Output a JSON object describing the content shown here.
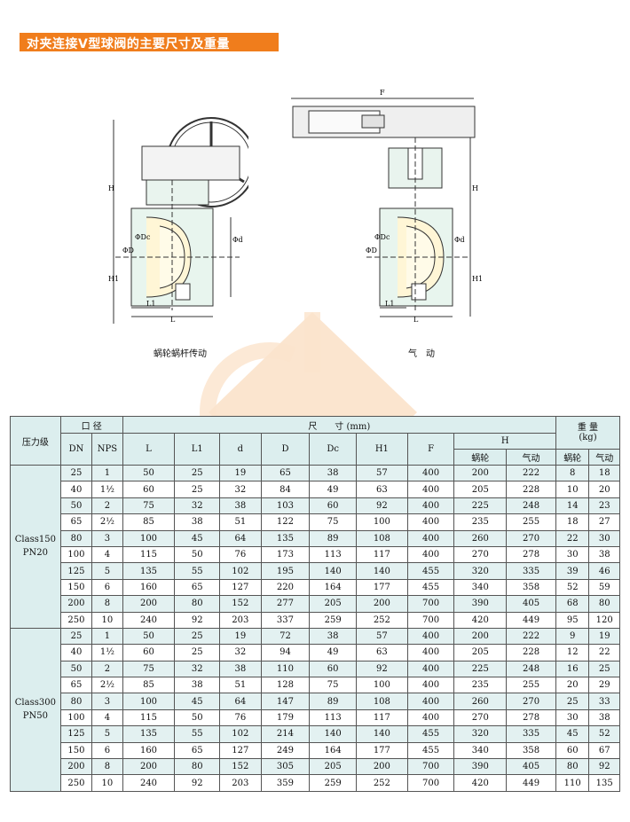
{
  "title": "对夹连接V型球阀的主要尺寸及重量",
  "drawings": {
    "left_caption": "蜗轮蜗杆传动",
    "right_caption": "气　动",
    "labels": {
      "H": "H",
      "H1": "H1",
      "D": "ΦD",
      "Dc": "ΦDc",
      "d": "Φd",
      "L": "L",
      "L1": "L1",
      "F": "F"
    }
  },
  "table": {
    "headers": {
      "pressure": "压力级",
      "bore": "口 径",
      "dims": "尺　　寸 (mm)",
      "weight": "重 量\n(kg)",
      "DN": "DN",
      "NPS": "NPS",
      "L": "L",
      "L1": "L1",
      "d": "d",
      "D": "D",
      "Dc": "Dc",
      "H1": "H1",
      "F": "F",
      "H": "H",
      "worm": "蜗轮",
      "pneu": "气动"
    },
    "groups": [
      {
        "label": "Class150\nPN20",
        "rows": [
          [
            "25",
            "1",
            "50",
            "25",
            "19",
            "65",
            "38",
            "57",
            "400",
            "200",
            "222",
            "8",
            "18"
          ],
          [
            "40",
            "1½",
            "60",
            "25",
            "32",
            "84",
            "49",
            "63",
            "400",
            "205",
            "228",
            "10",
            "20"
          ],
          [
            "50",
            "2",
            "75",
            "32",
            "38",
            "103",
            "60",
            "92",
            "400",
            "225",
            "248",
            "14",
            "23"
          ],
          [
            "65",
            "2½",
            "85",
            "38",
            "51",
            "122",
            "75",
            "100",
            "400",
            "235",
            "255",
            "18",
            "27"
          ],
          [
            "80",
            "3",
            "100",
            "45",
            "64",
            "135",
            "89",
            "108",
            "400",
            "260",
            "270",
            "22",
            "30"
          ],
          [
            "100",
            "4",
            "115",
            "50",
            "76",
            "173",
            "113",
            "117",
            "400",
            "270",
            "278",
            "30",
            "38"
          ],
          [
            "125",
            "5",
            "135",
            "55",
            "102",
            "195",
            "140",
            "140",
            "455",
            "320",
            "335",
            "39",
            "46"
          ],
          [
            "150",
            "6",
            "160",
            "65",
            "127",
            "220",
            "164",
            "177",
            "455",
            "340",
            "358",
            "52",
            "59"
          ],
          [
            "200",
            "8",
            "200",
            "80",
            "152",
            "277",
            "205",
            "200",
            "700",
            "390",
            "405",
            "68",
            "80"
          ],
          [
            "250",
            "10",
            "240",
            "92",
            "203",
            "337",
            "259",
            "252",
            "700",
            "420",
            "449",
            "95",
            "120"
          ]
        ]
      },
      {
        "label": "Class300\nPN50",
        "rows": [
          [
            "25",
            "1",
            "50",
            "25",
            "19",
            "72",
            "38",
            "57",
            "400",
            "200",
            "222",
            "9",
            "19"
          ],
          [
            "40",
            "1½",
            "60",
            "25",
            "32",
            "94",
            "49",
            "63",
            "400",
            "205",
            "228",
            "12",
            "22"
          ],
          [
            "50",
            "2",
            "75",
            "32",
            "38",
            "110",
            "60",
            "92",
            "400",
            "225",
            "248",
            "16",
            "25"
          ],
          [
            "65",
            "2½",
            "85",
            "38",
            "51",
            "128",
            "75",
            "100",
            "400",
            "235",
            "255",
            "20",
            "29"
          ],
          [
            "80",
            "3",
            "100",
            "45",
            "64",
            "147",
            "89",
            "108",
            "400",
            "260",
            "270",
            "25",
            "33"
          ],
          [
            "100",
            "4",
            "115",
            "50",
            "76",
            "179",
            "113",
            "117",
            "400",
            "270",
            "278",
            "30",
            "38"
          ],
          [
            "125",
            "5",
            "135",
            "55",
            "102",
            "214",
            "140",
            "140",
            "455",
            "320",
            "335",
            "45",
            "52"
          ],
          [
            "150",
            "6",
            "160",
            "65",
            "127",
            "249",
            "164",
            "177",
            "455",
            "340",
            "358",
            "60",
            "67"
          ],
          [
            "200",
            "8",
            "200",
            "80",
            "152",
            "305",
            "205",
            "200",
            "700",
            "390",
            "405",
            "80",
            "92"
          ],
          [
            "250",
            "10",
            "240",
            "92",
            "203",
            "359",
            "259",
            "252",
            "700",
            "420",
            "449",
            "110",
            "135"
          ]
        ]
      }
    ]
  },
  "colors": {
    "title_bg": "#f07d1c",
    "header_bg": "#dceeee",
    "stripe": "#e3f1f1",
    "line_green": "#cfe8dd",
    "watermark": "#f6c79a"
  }
}
